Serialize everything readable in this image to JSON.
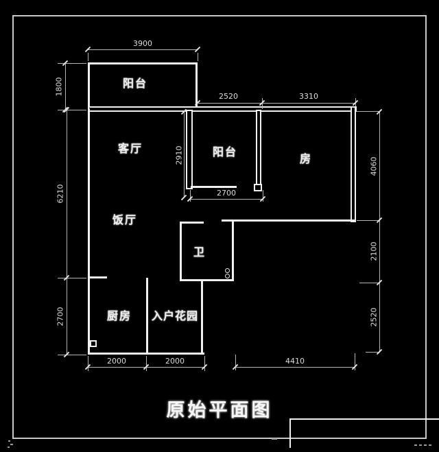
{
  "title": {
    "text": "原始平面图"
  },
  "rooms": {
    "balcony_top": "阳台",
    "living": "客厅",
    "balcony_mid": "阳台",
    "bedroom": "房",
    "dining": "饭厅",
    "bath": "卫",
    "kitchen": "厨房",
    "entry_garden": "入户花园"
  },
  "dims": {
    "top_balcony_width": "3900",
    "left_balcony_height": "1800",
    "top_mid": "2520",
    "top_right": "3310",
    "left_main": "6210",
    "left_bottom": "2700",
    "mid_balcony_height": "2910",
    "mid_balcony_width": "2700",
    "right_top": "4060",
    "right_mid": "2100",
    "right_bottom": "2520",
    "bottom_kitchen": "2000",
    "bottom_garden": "2000",
    "bottom_right": "4410"
  },
  "colors": {
    "background": "#000000",
    "wall": "#f0f0f0",
    "dimension_line": "#b4b4b4",
    "dimension_text": "#dcdcdc",
    "label_text": "#efefef",
    "border": "#c9c9c9"
  }
}
